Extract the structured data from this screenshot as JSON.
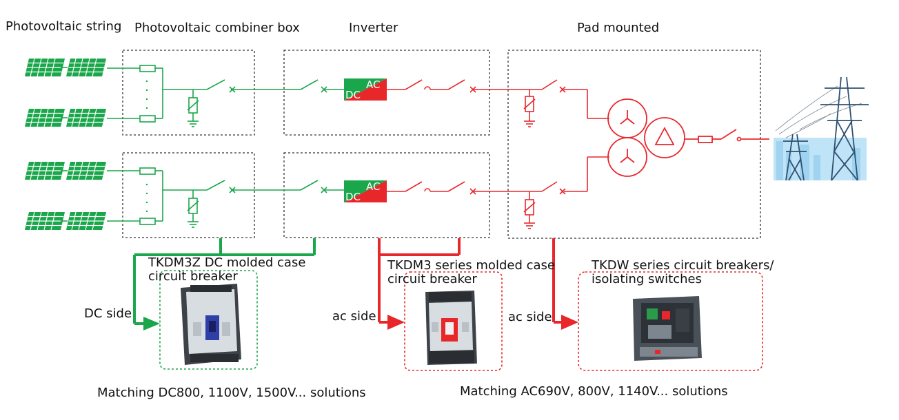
{
  "headers": {
    "pv_string": "Photovoltaic string",
    "combiner": "Photovoltaic combiner box",
    "inverter": "Inverter",
    "pad": "Pad mounted"
  },
  "inverter_labels": {
    "ac": "AC",
    "dc": "DC"
  },
  "products": {
    "dc": {
      "title_line1": "TKDM3Z DC molded case",
      "title_line2": "circuit breaker",
      "side_label": "DC side"
    },
    "ac1": {
      "title_line1": "TKDM3 series molded case",
      "title_line2": "circuit breaker",
      "side_label": "ac side"
    },
    "ac2": {
      "title_line1": "TKDW series circuit breakers/",
      "title_line2": "isolating switches",
      "side_label": "ac side"
    }
  },
  "solutions": {
    "dc": "Matching DC800, 1100V, 1500V... solutions",
    "ac": "Matching AC690V, 800V, 1140V... solutions"
  },
  "colors": {
    "dc_green": "#1aa64a",
    "ac_red": "#e8272b",
    "box_border": "#333333",
    "grid_blue": "#9fd3ef"
  }
}
